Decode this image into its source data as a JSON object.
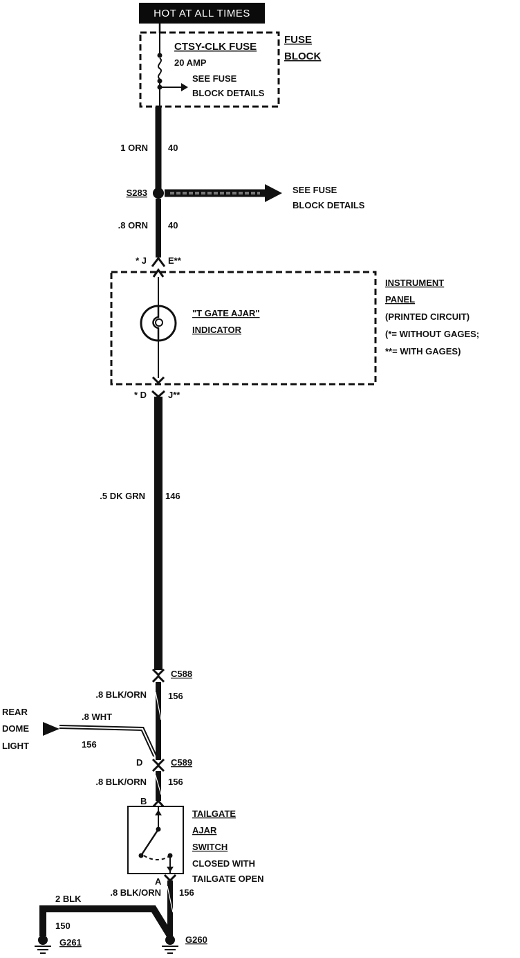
{
  "banner": "HOT AT ALL TIMES",
  "fuse_block": {
    "title_1": "FUSE",
    "title_2": "BLOCK",
    "fuse_name": "CTSY-CLK FUSE",
    "fuse_rating": "20 AMP",
    "details_1": "SEE FUSE",
    "details_2": "BLOCK DETAILS"
  },
  "wire_1": {
    "gauge_color": "1 ORN",
    "circuit": "40"
  },
  "splice": {
    "id": "S283",
    "details_1": "SEE FUSE",
    "details_2": "BLOCK DETAILS"
  },
  "wire_2": {
    "gauge_color": ".8 ORN",
    "circuit": "40"
  },
  "connector_top": {
    "left": "* J",
    "right": "E**"
  },
  "instrument_panel": {
    "title_1": "INSTRUMENT",
    "title_2": "PANEL",
    "note_1": "(PRINTED CIRCUIT)",
    "note_2": "(*= WITHOUT GAGES;",
    "note_3": "**= WITH GAGES)"
  },
  "indicator": {
    "name_1": "\"T GATE AJAR\"",
    "name_2": "INDICATOR"
  },
  "connector_bottom": {
    "left": "* D",
    "right": "J**"
  },
  "wire_3": {
    "gauge_color": ".5 DK GRN",
    "circuit": "146"
  },
  "c588": {
    "id": "C588"
  },
  "wire_4": {
    "gauge_color": ".8 BLK/ORN",
    "circuit": "156"
  },
  "rear_dome": {
    "line_1": "REAR",
    "line_2": "DOME",
    "line_3": "LIGHT",
    "wire_gauge_color": ".8 WHT",
    "wire_circuit": "156"
  },
  "c589": {
    "id": "C589",
    "pin": "D"
  },
  "wire_5": {
    "gauge_color": ".8 BLK/ORN",
    "circuit": "156"
  },
  "switch": {
    "pin_top": "B",
    "pin_bottom": "A",
    "name_1": "TAILGATE",
    "name_2": "AJAR",
    "name_3": "SWITCH",
    "desc_1": "CLOSED WITH",
    "desc_2": "TAILGATE OPEN"
  },
  "wire_6": {
    "gauge_color": ".8 BLK/ORN",
    "circuit": "156"
  },
  "ground_wire": {
    "gauge_color": "2 BLK",
    "circuit": "150"
  },
  "grounds": {
    "left": "G261",
    "right": "G260"
  }
}
